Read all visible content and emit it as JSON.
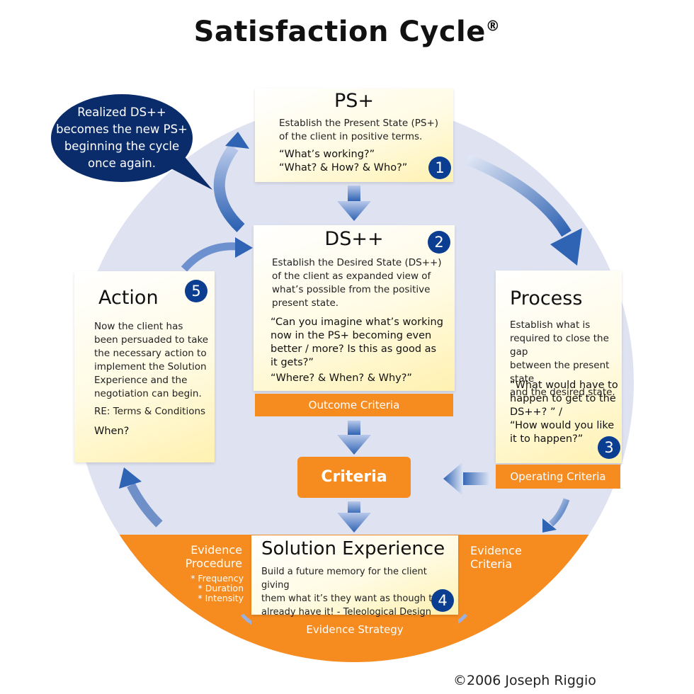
{
  "title": "Satisfaction Cycle",
  "title_mark": "®",
  "copyright": "©2006 Joseph Riggio",
  "bubble": {
    "lines": [
      "Realized DS++",
      "becomes the new PS+",
      "beginning the cycle",
      "once again."
    ]
  },
  "ps": {
    "title": "PS+",
    "desc": [
      "Establish the Present State (PS+)",
      "of the client in positive terms."
    ],
    "questions": [
      "“What’s working?”",
      "“What? & How? & Who?”"
    ],
    "badge": "1"
  },
  "ds": {
    "title": "DS++",
    "badge": "2",
    "desc": [
      "Establish the Desired State (DS++)",
      "of the client as expanded view of",
      "what’s possible from the positive",
      "present state."
    ],
    "questions": [
      "“Can you imagine what’s working",
      "now in the PS+ becoming even",
      "better / more? Is this as good as",
      "it gets?”"
    ],
    "questions2": "“Where? & When? & Why?”",
    "bar": "Outcome Criteria"
  },
  "action": {
    "title": "Action",
    "badge": "5",
    "desc": [
      "Now the client has",
      "been persuaded to take",
      "the necessary action to",
      "implement the Solution",
      "Experience and the",
      "negotiation can begin."
    ],
    "re": "RE: Terms & Conditions",
    "when": "When?"
  },
  "process": {
    "title": "Process",
    "badge": "3",
    "desc": [
      "Establish what is",
      "required to close the gap",
      "between the present state",
      "and the desired state."
    ],
    "questions": [
      "“What would have to",
      "happen to get to the",
      "DS++? ” /",
      "“How would you like",
      "it to happen?”"
    ],
    "bar": "Operating Criteria"
  },
  "criteria": "Criteria",
  "solution": {
    "title": "Solution Experience",
    "badge": "4",
    "desc": [
      "Build a future memory for the client giving",
      "them what it’s they want as though they",
      "already have it! - Teleological Design"
    ],
    "bar": "Evidence Strategy"
  },
  "evidence_procedure": {
    "label": [
      "Evidence",
      "Procedure"
    ],
    "items": [
      "* Frequency",
      "* Duration",
      "* Intensity"
    ]
  },
  "evidence_criteria": {
    "label": [
      "Evidence",
      "Criteria"
    ]
  },
  "colors": {
    "circle": "#dfe2f1",
    "orange": "#f68b1f",
    "navy": "#0b2c6b",
    "badge": "#0b3d91",
    "arrow": "#2f63b3"
  }
}
